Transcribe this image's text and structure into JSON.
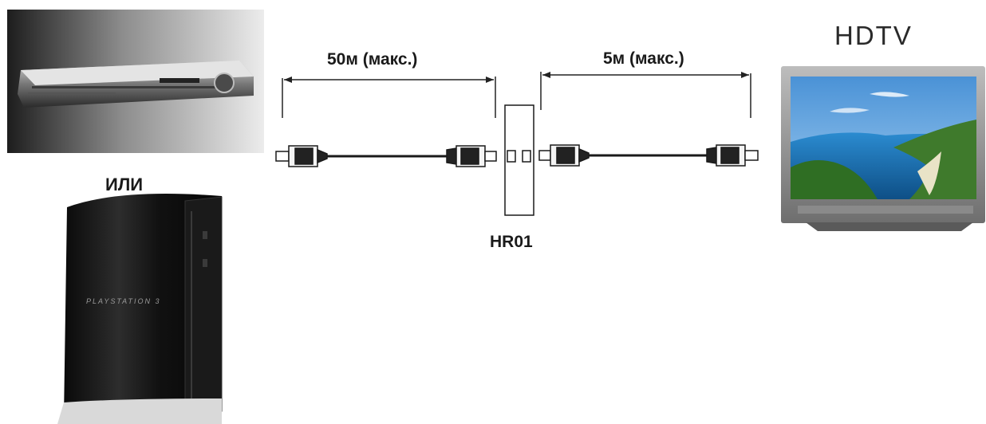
{
  "labels": {
    "cable_length_left": "50м (макс.)",
    "cable_length_right": "5м (макс.)",
    "or_label": "ИЛИ",
    "hub_label": "HR01",
    "tv_label": "HDTV"
  },
  "devices": {
    "top_source_icon": "blu-ray-player-icon",
    "bottom_source_icon": "game-console-icon",
    "console_text": "PLAYSTATION 3",
    "display_icon": "hdtv-icon"
  },
  "colors": {
    "background": "#ffffff",
    "line": "#222222",
    "console_body": "#111111",
    "tv_frame": "#9a9a9a",
    "sky": "#2e7fc9",
    "sea": "#1f6fb0",
    "land": "#3f7a2c"
  }
}
